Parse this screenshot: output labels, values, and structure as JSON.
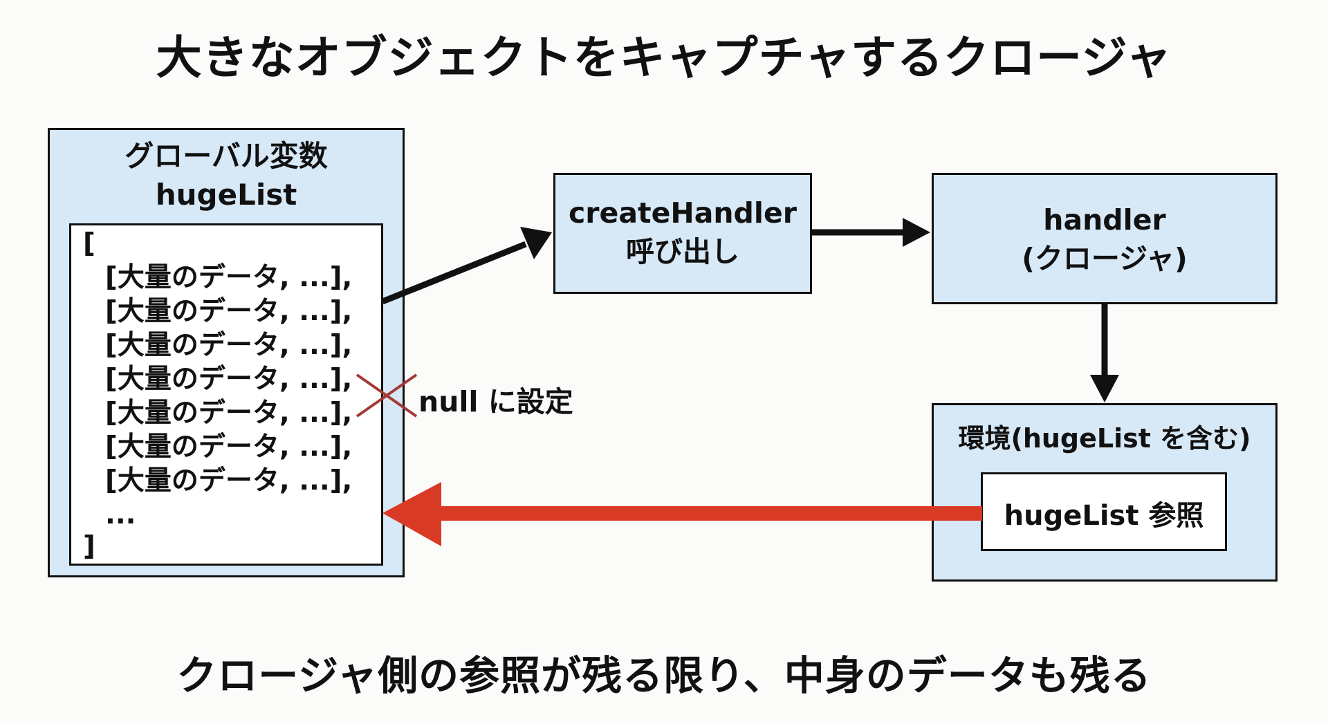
{
  "title": "大きなオブジェクトをキャプチャするクロージャ",
  "footer": "クロージャ側の参照が残る限り、中身のデータも残る",
  "global_var": {
    "heading_line1": "グローバル変数",
    "heading_line2": "hugeList",
    "bracket_open": "[",
    "items": [
      "[大量のデータ, ...],",
      "[大量のデータ, ...],",
      "[大量のデータ, ...],",
      "[大量のデータ, ...],",
      "[大量のデータ, ...],",
      "[大量のデータ, ...],",
      "[大量のデータ, ...],"
    ],
    "ellipsis": "...",
    "bracket_close": "]"
  },
  "create_handler": {
    "line1": "createHandler",
    "line2": "呼び出し"
  },
  "handler": {
    "line1": "handler",
    "line2": "(クロージャ)"
  },
  "environment": {
    "title": "環境(hugeList を含む)",
    "reference": "hugeList 参照"
  },
  "null_label": "null に設定",
  "colors": {
    "box_fill": "#d7e8f7",
    "inner_fill": "#ffffff",
    "border": "#111111",
    "arrow_black": "#111111",
    "arrow_red": "#d93a26",
    "cross": "#a33a36"
  }
}
